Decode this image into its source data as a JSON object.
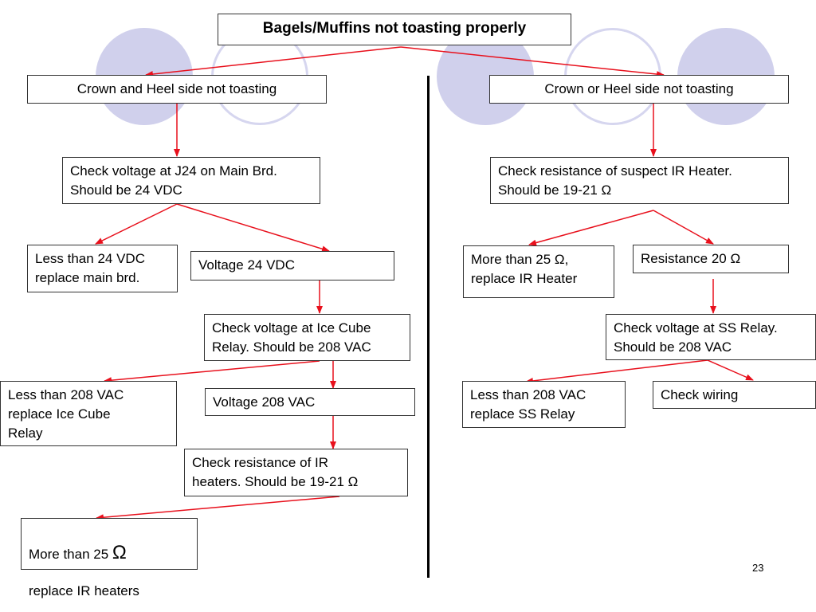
{
  "title": "Bagels/Muffins not toasting properly",
  "left": {
    "branch": "Crown and Heel side not toasting",
    "check_j24": "Check voltage at J24 on Main Brd.\nShould be 24 VDC",
    "less_24": "Less than 24 VDC\nreplace main brd.",
    "voltage_24": "Voltage 24 VDC",
    "check_ice_relay": "Check voltage at Ice Cube\nRelay.  Should be 208 VAC",
    "less_208": "Less than 208 VAC\nreplace Ice Cube\nRelay",
    "voltage_208": "Voltage 208 VAC",
    "check_ir_heaters": "Check resistance of IR\nheaters.  Should be 19-21 Ω",
    "more_25_prefix": "More than 25 ",
    "more_25_symbol": "Ω",
    "more_25_suffix": "replace IR heaters"
  },
  "right": {
    "branch": "Crown or Heel side not toasting",
    "check_ir_heater": "Check resistance of suspect IR Heater.\nShould be 19-21 Ω",
    "more_25": "More than 25 Ω,\nreplace IR Heater",
    "resistance_20": "Resistance 20 Ω",
    "check_ss_relay": "Check voltage at SS Relay.\nShould be 208 VAC",
    "less_208": "Less than 208 VAC\nreplace SS Relay",
    "check_wiring": "Check wiring"
  },
  "page_number": "23",
  "colors": {
    "arrow": "#e8101c",
    "circle_fill": "#d0d0ec",
    "circle_ring": "#d6d6ef",
    "divider": "#000000"
  }
}
